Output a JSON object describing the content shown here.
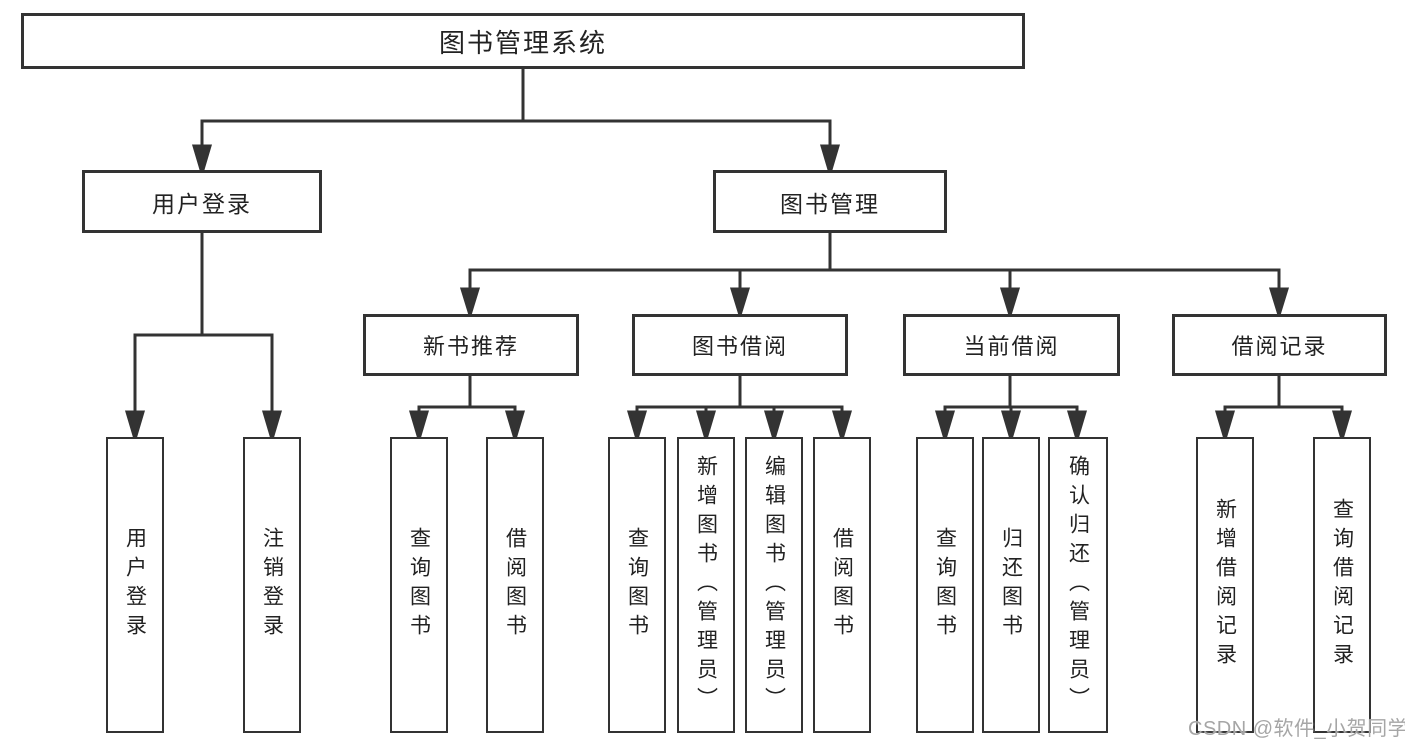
{
  "tree": {
    "label": "图书管理系统",
    "children": [
      {
        "label": "用户登录",
        "children": [
          {
            "label": "用户登录"
          },
          {
            "label": "注销登录"
          }
        ]
      },
      {
        "label": "图书管理",
        "children": [
          {
            "label": "新书推荐",
            "children": [
              {
                "label": "查询图书"
              },
              {
                "label": "借阅图书"
              }
            ]
          },
          {
            "label": "图书借阅",
            "children": [
              {
                "label": "查询图书"
              },
              {
                "label": "新增图书（管理员）"
              },
              {
                "label": "编辑图书（管理员）"
              },
              {
                "label": "借阅图书"
              }
            ]
          },
          {
            "label": "当前借阅",
            "children": [
              {
                "label": "查询图书"
              },
              {
                "label": "归还图书"
              },
              {
                "label": "确认归还（管理员）"
              }
            ]
          },
          {
            "label": "借阅记录",
            "children": [
              {
                "label": "新增借阅记录"
              },
              {
                "label": "查询借阅记录"
              }
            ]
          }
        ]
      }
    ]
  },
  "watermark": "CSDN @软件_小贺同学",
  "colors": {
    "line": "#333333",
    "border": "#333333",
    "text": "#222222",
    "watermark": "#a6a6a6",
    "background": "#ffffff"
  }
}
